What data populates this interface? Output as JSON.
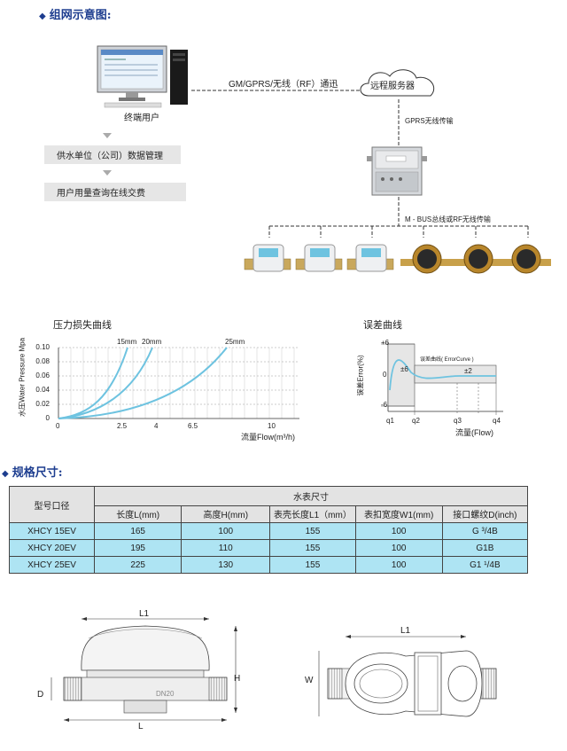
{
  "network": {
    "title": "组网示意图:",
    "end_user": "终端用户",
    "link_label": "GM/GPRS/无线（RF）通迅",
    "server": "远程服务器",
    "gprs_label": "GPRS无线传输",
    "bus_label": "M - BUS总线或RF无线传输",
    "box1": "供水单位（公司）数据管理",
    "box2": "用户用量查询在线交费"
  },
  "pressure_chart": {
    "title": "压力损失曲线",
    "ylabel": "水压Water Pressure Mpa",
    "xlabel": "流量Flow(m³/h)",
    "y_ticks": [
      "0.10",
      "0.08",
      "0.06",
      "0.04",
      "0.02",
      "0"
    ],
    "x_ticks": [
      "0",
      "2.5",
      "4",
      "6.5",
      "10"
    ],
    "curve_labels": [
      "15mm",
      "20mm",
      "25mm"
    ]
  },
  "error_chart": {
    "title": "误差曲线",
    "ylabel": "误差Error(%)",
    "xlabel": "流量(Flow)",
    "y_ticks": [
      "+6",
      "0",
      "-6"
    ],
    "x_ticks": [
      "q1",
      "q2",
      "q3",
      "q4"
    ],
    "band1": "±6",
    "band2": "±2",
    "curve_label": "误差曲线( ErrorCurve )"
  },
  "spec": {
    "title": "规格尺寸:",
    "col_model": "型号口径",
    "group_header": "水表尺寸",
    "headers": [
      "长度L(mm)",
      "高度H(mm)",
      "表壳长度L1（mm）",
      "表扣宽度W1(mm)",
      "接口螺纹D(inch)"
    ],
    "rows": [
      {
        "model": "XHCY 15EV",
        "cells": [
          "165",
          "100",
          "155",
          "100",
          "G ³/4B"
        ]
      },
      {
        "model": "XHCY 20EV",
        "cells": [
          "195",
          "110",
          "155",
          "100",
          "G1B"
        ]
      },
      {
        "model": "XHCY 25EV",
        "cells": [
          "225",
          "130",
          "155",
          "100",
          "G1  ¹/4B"
        ]
      }
    ]
  },
  "drawing": {
    "L1": "L1",
    "L": "L",
    "D": "D",
    "H": "H",
    "W": "W",
    "DN": "DN20",
    "L1_right": "L1"
  }
}
